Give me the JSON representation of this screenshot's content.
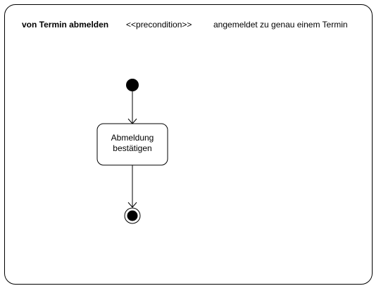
{
  "header": {
    "title": "von Termin abmelden",
    "stereotype": "<<precondition>>",
    "condition": "angemeldet zu genau einem Termin"
  },
  "activity": {
    "action_lines": [
      "Abmeldung",
      "bestätigen"
    ]
  }
}
